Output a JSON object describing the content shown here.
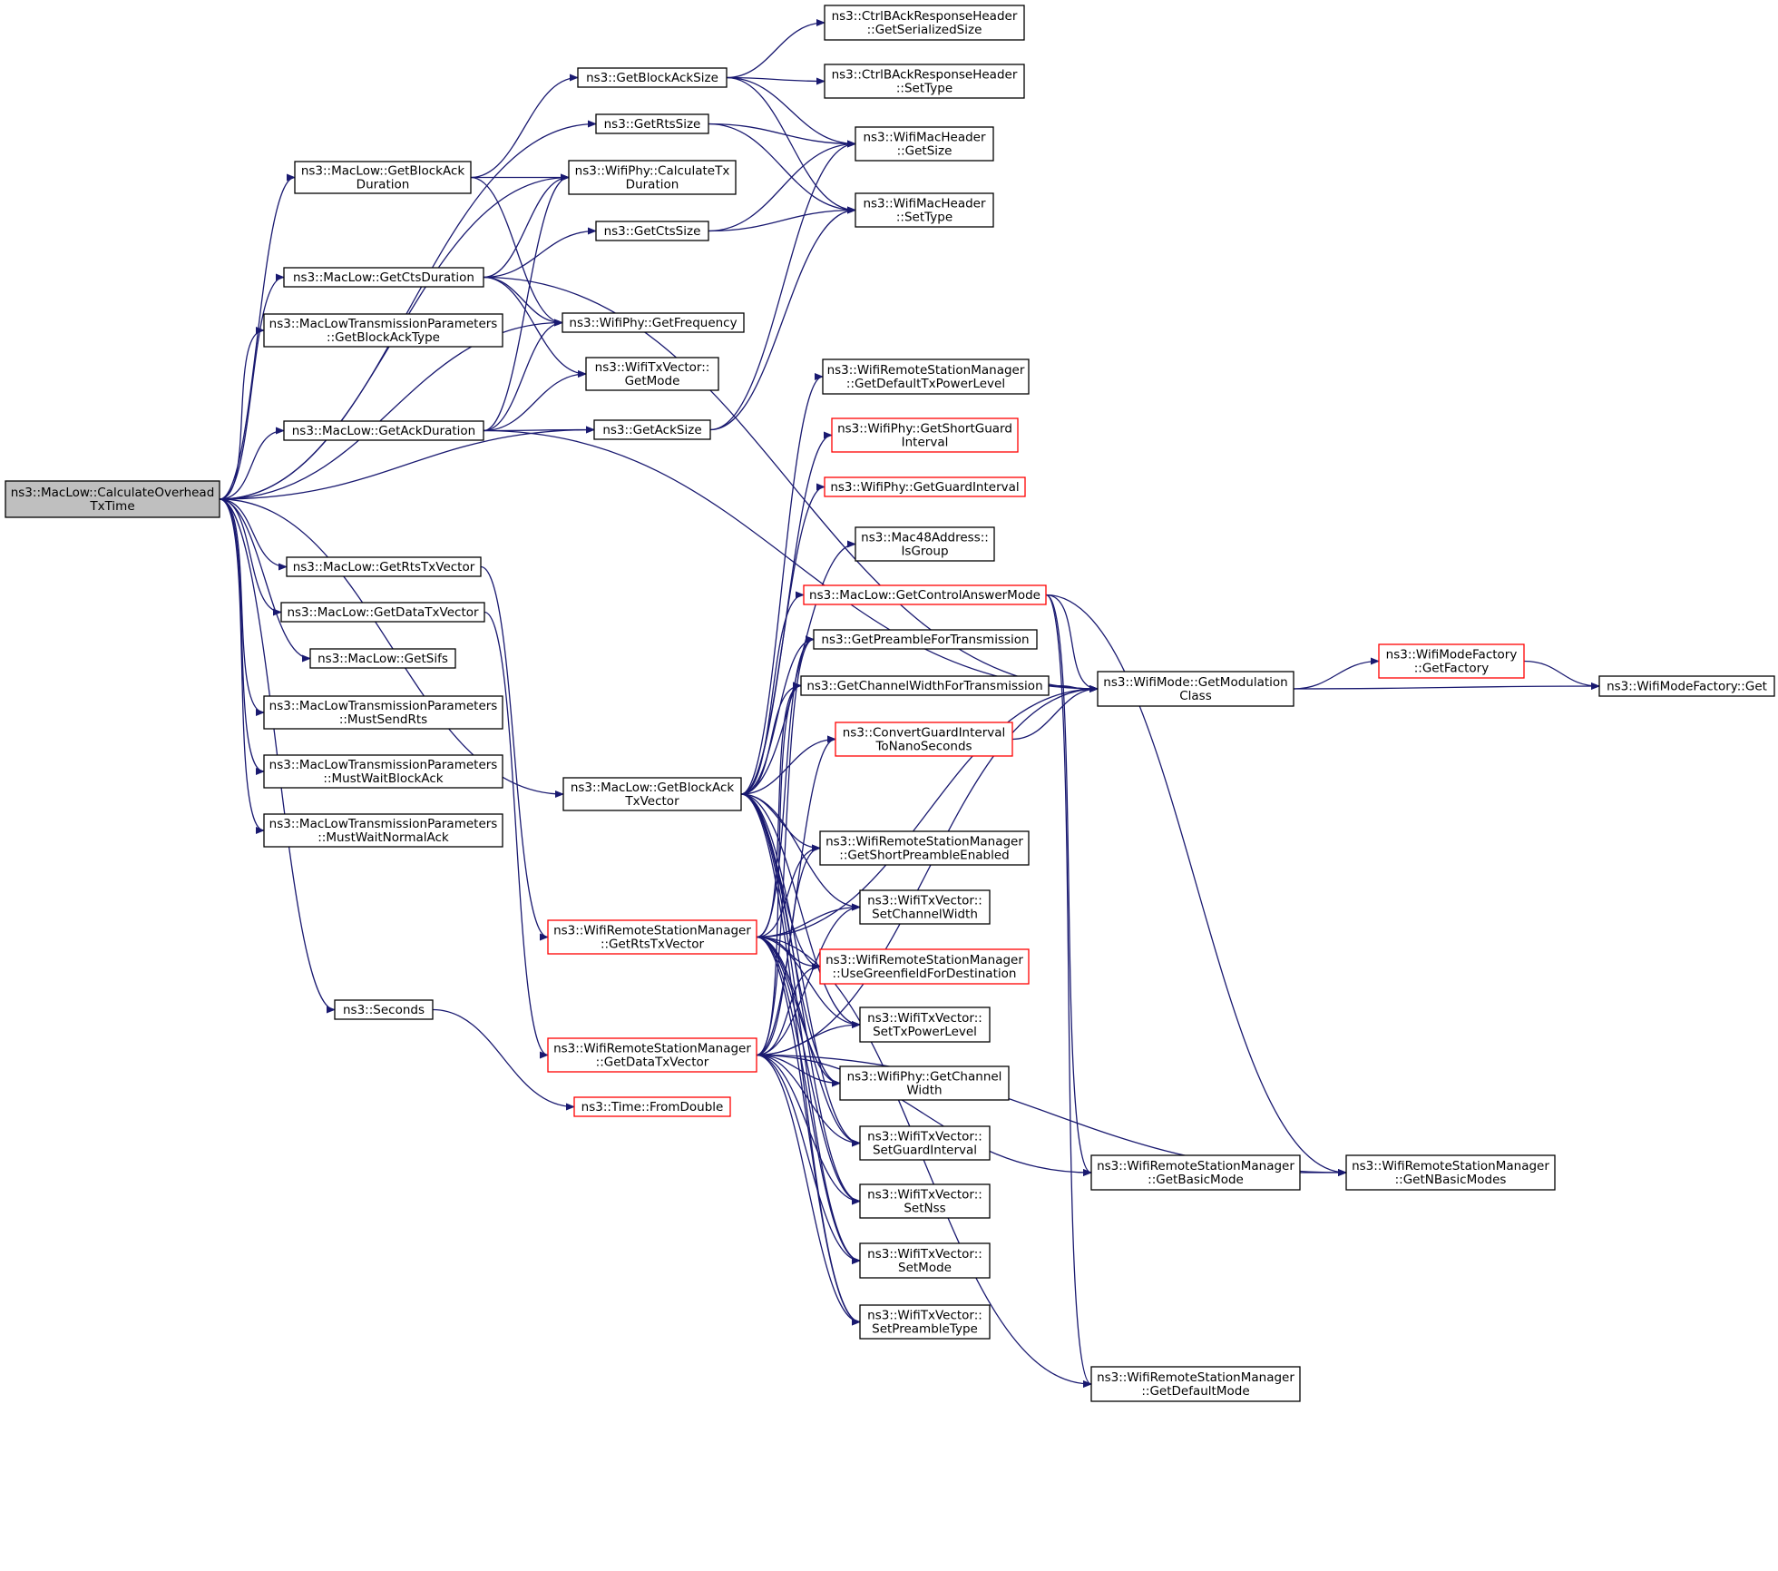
{
  "title": "",
  "colors": {
    "edge": "#191970",
    "node_border_default": "#000000",
    "node_border_incomplete": "#ff0000",
    "root_fill": "#bfbfbf",
    "node_fill": "#ffffff"
  },
  "nodes": [
    {
      "id": "root",
      "lines": [
        "ns3::MacLow::CalculateOverhead",
        "TxTime"
      ],
      "style": "root"
    },
    {
      "id": "n_getblockackduration",
      "lines": [
        "ns3::MacLow::GetBlockAck",
        "Duration"
      ]
    },
    {
      "id": "n_getctsduration",
      "lines": [
        "ns3::MacLow::GetCtsDuration"
      ]
    },
    {
      "id": "n_getblockacktype",
      "lines": [
        "ns3::MacLowTransmissionParameters",
        "::GetBlockAckType"
      ]
    },
    {
      "id": "n_getackduration",
      "lines": [
        "ns3::MacLow::GetAckDuration"
      ]
    },
    {
      "id": "n_getrtstxvector",
      "lines": [
        "ns3::MacLow::GetRtsTxVector"
      ]
    },
    {
      "id": "n_getdatatxvector",
      "lines": [
        "ns3::MacLow::GetDataTxVector"
      ]
    },
    {
      "id": "n_getsifs",
      "lines": [
        "ns3::MacLow::GetSifs"
      ]
    },
    {
      "id": "n_mustsendrts",
      "lines": [
        "ns3::MacLowTransmissionParameters",
        "::MustSendRts"
      ]
    },
    {
      "id": "n_mustwaitblockack",
      "lines": [
        "ns3::MacLowTransmissionParameters",
        "::MustWaitBlockAck"
      ]
    },
    {
      "id": "n_mustwaitnormalack",
      "lines": [
        "ns3::MacLowTransmissionParameters",
        "::MustWaitNormalAck"
      ]
    },
    {
      "id": "n_seconds",
      "lines": [
        "ns3::Seconds"
      ]
    },
    {
      "id": "n_getblockacksize",
      "lines": [
        "ns3::GetBlockAckSize"
      ]
    },
    {
      "id": "n_getrtssize",
      "lines": [
        "ns3::GetRtsSize"
      ]
    },
    {
      "id": "n_calculatetxduration",
      "lines": [
        "ns3::WifiPhy::CalculateTx",
        "Duration"
      ]
    },
    {
      "id": "n_getctssize",
      "lines": [
        "ns3::GetCtsSize"
      ]
    },
    {
      "id": "n_getfrequency",
      "lines": [
        "ns3::WifiPhy::GetFrequency"
      ]
    },
    {
      "id": "n_getmode_txv",
      "lines": [
        "ns3::WifiTxVector::",
        "GetMode"
      ]
    },
    {
      "id": "n_getacksize",
      "lines": [
        "ns3::GetAckSize"
      ]
    },
    {
      "id": "n_getblockacktxvector",
      "lines": [
        "ns3::MacLow::GetBlockAck",
        "TxVector"
      ]
    },
    {
      "id": "n_rsm_getrtstxvector",
      "lines": [
        "ns3::WifiRemoteStationManager",
        "::GetRtsTxVector"
      ],
      "style": "incomplete"
    },
    {
      "id": "n_rsm_getdatatxvector",
      "lines": [
        "ns3::WifiRemoteStationManager",
        "::GetDataTxVector"
      ],
      "style": "incomplete"
    },
    {
      "id": "n_fromdouble",
      "lines": [
        "ns3::Time::FromDouble"
      ],
      "style": "incomplete"
    },
    {
      "id": "n_ctrlback_getserializedsize",
      "lines": [
        "ns3::CtrlBAckResponseHeader",
        "::GetSerializedSize"
      ]
    },
    {
      "id": "n_ctrlback_settype",
      "lines": [
        "ns3::CtrlBAckResponseHeader",
        "::SetType"
      ]
    },
    {
      "id": "n_macheader_getsize",
      "lines": [
        "ns3::WifiMacHeader",
        "::GetSize"
      ]
    },
    {
      "id": "n_macheader_settype",
      "lines": [
        "ns3::WifiMacHeader",
        "::SetType"
      ]
    },
    {
      "id": "n_getdefaulttxpowerlevel",
      "lines": [
        "ns3::WifiRemoteStationManager",
        "::GetDefaultTxPowerLevel"
      ]
    },
    {
      "id": "n_getshortguardinterval",
      "lines": [
        "ns3::WifiPhy::GetShortGuard",
        "Interval"
      ],
      "style": "incomplete"
    },
    {
      "id": "n_getguardinterval",
      "lines": [
        "ns3::WifiPhy::GetGuardInterval"
      ],
      "style": "incomplete"
    },
    {
      "id": "n_isgroup",
      "lines": [
        "ns3::Mac48Address::",
        "IsGroup"
      ]
    },
    {
      "id": "n_getcontrolanswermode",
      "lines": [
        "ns3::MacLow::GetControlAnswerMode"
      ],
      "style": "incomplete"
    },
    {
      "id": "n_getpreamblefortransmission",
      "lines": [
        "ns3::GetPreambleForTransmission"
      ]
    },
    {
      "id": "n_getchannelwidthfortransmission",
      "lines": [
        "ns3::GetChannelWidthForTransmission"
      ]
    },
    {
      "id": "n_convertguardinterval",
      "lines": [
        "ns3::ConvertGuardInterval",
        "ToNanoSeconds"
      ],
      "style": "incomplete"
    },
    {
      "id": "n_getshortpreambleenabled",
      "lines": [
        "ns3::WifiRemoteStationManager",
        "::GetShortPreambleEnabled"
      ]
    },
    {
      "id": "n_setchannelwidth",
      "lines": [
        "ns3::WifiTxVector::",
        "SetChannelWidth"
      ]
    },
    {
      "id": "n_usegreenfield",
      "lines": [
        "ns3::WifiRemoteStationManager",
        "::UseGreenfieldForDestination"
      ],
      "style": "incomplete"
    },
    {
      "id": "n_settxpowerlevel",
      "lines": [
        "ns3::WifiTxVector::",
        "SetTxPowerLevel"
      ]
    },
    {
      "id": "n_getchannelwidth",
      "lines": [
        "ns3::WifiPhy::GetChannel",
        "Width"
      ]
    },
    {
      "id": "n_setguardinterval",
      "lines": [
        "ns3::WifiTxVector::",
        "SetGuardInterval"
      ]
    },
    {
      "id": "n_setnss",
      "lines": [
        "ns3::WifiTxVector::",
        "SetNss"
      ]
    },
    {
      "id": "n_setmode",
      "lines": [
        "ns3::WifiTxVector::",
        "SetMode"
      ]
    },
    {
      "id": "n_setpreambletype",
      "lines": [
        "ns3::WifiTxVector::",
        "SetPreambleType"
      ]
    },
    {
      "id": "n_getmodulationclass",
      "lines": [
        "ns3::WifiMode::GetModulation",
        "Class"
      ]
    },
    {
      "id": "n_getbasicmode",
      "lines": [
        "ns3::WifiRemoteStationManager",
        "::GetBasicMode"
      ]
    },
    {
      "id": "n_getdefaultmode",
      "lines": [
        "ns3::WifiRemoteStationManager",
        "::GetDefaultMode"
      ]
    },
    {
      "id": "n_getfactory",
      "lines": [
        "ns3::WifiModeFactory",
        "::GetFactory"
      ],
      "style": "incomplete"
    },
    {
      "id": "n_modefactory_get",
      "lines": [
        "ns3::WifiModeFactory::Get"
      ]
    },
    {
      "id": "n_getnbasicmodes",
      "lines": [
        "ns3::WifiRemoteStationManager",
        "::GetNBasicModes"
      ]
    }
  ],
  "edges": [
    [
      "root",
      "n_getblockackduration"
    ],
    [
      "root",
      "n_getctsduration"
    ],
    [
      "root",
      "n_getblockacktype"
    ],
    [
      "root",
      "n_getackduration"
    ],
    [
      "root",
      "n_getrtstxvector"
    ],
    [
      "root",
      "n_getdatatxvector"
    ],
    [
      "root",
      "n_getsifs"
    ],
    [
      "root",
      "n_mustsendrts"
    ],
    [
      "root",
      "n_mustwaitblockack"
    ],
    [
      "root",
      "n_mustwaitnormalack"
    ],
    [
      "root",
      "n_seconds"
    ],
    [
      "root",
      "n_getblockacktxvector"
    ],
    [
      "root",
      "n_getrtssize"
    ],
    [
      "root",
      "n_calculatetxduration"
    ],
    [
      "root",
      "n_getfrequency"
    ],
    [
      "root",
      "n_getacksize"
    ],
    [
      "n_getblockackduration",
      "n_getblockacksize"
    ],
    [
      "n_getblockackduration",
      "n_calculatetxduration"
    ],
    [
      "n_getblockackduration",
      "n_getfrequency"
    ],
    [
      "n_getctsduration",
      "n_calculatetxduration"
    ],
    [
      "n_getctsduration",
      "n_getctssize"
    ],
    [
      "n_getctsduration",
      "n_getfrequency"
    ],
    [
      "n_getctsduration",
      "n_getmode_txv"
    ],
    [
      "n_getctsduration",
      "n_getmodulationclass"
    ],
    [
      "n_getackduration",
      "n_calculatetxduration"
    ],
    [
      "n_getackduration",
      "n_getfrequency"
    ],
    [
      "n_getackduration",
      "n_getmode_txv"
    ],
    [
      "n_getackduration",
      "n_getacksize"
    ],
    [
      "n_getackduration",
      "n_getmodulationclass"
    ],
    [
      "n_getrtstxvector",
      "n_rsm_getrtstxvector"
    ],
    [
      "n_getdatatxvector",
      "n_rsm_getdatatxvector"
    ],
    [
      "n_seconds",
      "n_fromdouble"
    ],
    [
      "n_getblockacksize",
      "n_ctrlback_getserializedsize"
    ],
    [
      "n_getblockacksize",
      "n_ctrlback_settype"
    ],
    [
      "n_getblockacksize",
      "n_macheader_getsize"
    ],
    [
      "n_getblockacksize",
      "n_macheader_settype"
    ],
    [
      "n_getrtssize",
      "n_macheader_getsize"
    ],
    [
      "n_getrtssize",
      "n_macheader_settype"
    ],
    [
      "n_getctssize",
      "n_macheader_getsize"
    ],
    [
      "n_getctssize",
      "n_macheader_settype"
    ],
    [
      "n_getacksize",
      "n_macheader_getsize"
    ],
    [
      "n_getacksize",
      "n_macheader_settype"
    ],
    [
      "n_getblockacktxvector",
      "n_getdefaulttxpowerlevel"
    ],
    [
      "n_getblockacktxvector",
      "n_getshortguardinterval"
    ],
    [
      "n_getblockacktxvector",
      "n_getguardinterval"
    ],
    [
      "n_getblockacktxvector",
      "n_isgroup"
    ],
    [
      "n_getblockacktxvector",
      "n_getcontrolanswermode"
    ],
    [
      "n_getblockacktxvector",
      "n_getpreamblefortransmission"
    ],
    [
      "n_getblockacktxvector",
      "n_getchannelwidthfortransmission"
    ],
    [
      "n_getblockacktxvector",
      "n_convertguardinterval"
    ],
    [
      "n_getblockacktxvector",
      "n_getshortpreambleenabled"
    ],
    [
      "n_getblockacktxvector",
      "n_setchannelwidth"
    ],
    [
      "n_getblockacktxvector",
      "n_usegreenfield"
    ],
    [
      "n_getblockacktxvector",
      "n_settxpowerlevel"
    ],
    [
      "n_getblockacktxvector",
      "n_getchannelwidth"
    ],
    [
      "n_getblockacktxvector",
      "n_setguardinterval"
    ],
    [
      "n_getblockacktxvector",
      "n_setnss"
    ],
    [
      "n_getblockacktxvector",
      "n_setmode"
    ],
    [
      "n_getblockacktxvector",
      "n_setpreambletype"
    ],
    [
      "n_rsm_getrtstxvector",
      "n_getpreamblefortransmission"
    ],
    [
      "n_rsm_getrtstxvector",
      "n_getchannelwidthfortransmission"
    ],
    [
      "n_rsm_getrtstxvector",
      "n_getshortpreambleenabled"
    ],
    [
      "n_rsm_getrtstxvector",
      "n_setchannelwidth"
    ],
    [
      "n_rsm_getrtstxvector",
      "n_usegreenfield"
    ],
    [
      "n_rsm_getrtstxvector",
      "n_settxpowerlevel"
    ],
    [
      "n_rsm_getrtstxvector",
      "n_getchannelwidth"
    ],
    [
      "n_rsm_getrtstxvector",
      "n_setguardinterval"
    ],
    [
      "n_rsm_getrtstxvector",
      "n_setnss"
    ],
    [
      "n_rsm_getrtstxvector",
      "n_setmode"
    ],
    [
      "n_rsm_getrtstxvector",
      "n_setpreambletype"
    ],
    [
      "n_rsm_getrtstxvector",
      "n_getmodulationclass"
    ],
    [
      "n_rsm_getrtstxvector",
      "n_getdefaultmode"
    ],
    [
      "n_rsm_getdatatxvector",
      "n_getpreamblefortransmission"
    ],
    [
      "n_rsm_getdatatxvector",
      "n_getchannelwidthfortransmission"
    ],
    [
      "n_rsm_getdatatxvector",
      "n_convertguardinterval"
    ],
    [
      "n_rsm_getdatatxvector",
      "n_getshortpreambleenabled"
    ],
    [
      "n_rsm_getdatatxvector",
      "n_setchannelwidth"
    ],
    [
      "n_rsm_getdatatxvector",
      "n_usegreenfield"
    ],
    [
      "n_rsm_getdatatxvector",
      "n_settxpowerlevel"
    ],
    [
      "n_rsm_getdatatxvector",
      "n_getchannelwidth"
    ],
    [
      "n_rsm_getdatatxvector",
      "n_setguardinterval"
    ],
    [
      "n_rsm_getdatatxvector",
      "n_setnss"
    ],
    [
      "n_rsm_getdatatxvector",
      "n_setmode"
    ],
    [
      "n_rsm_getdatatxvector",
      "n_setpreambletype"
    ],
    [
      "n_rsm_getdatatxvector",
      "n_getmodulationclass"
    ],
    [
      "n_rsm_getdatatxvector",
      "n_getbasicmode"
    ],
    [
      "n_rsm_getdatatxvector",
      "n_getnbasicmodes"
    ],
    [
      "n_getcontrolanswermode",
      "n_getmodulationclass"
    ],
    [
      "n_getcontrolanswermode",
      "n_getbasicmode"
    ],
    [
      "n_getcontrolanswermode",
      "n_getdefaultmode"
    ],
    [
      "n_getcontrolanswermode",
      "n_getnbasicmodes"
    ],
    [
      "n_getchannelwidthfortransmission",
      "n_getmodulationclass"
    ],
    [
      "n_convertguardinterval",
      "n_getmodulationclass"
    ],
    [
      "n_getmodulationclass",
      "n_getfactory"
    ],
    [
      "n_getmodulationclass",
      "n_modefactory_get"
    ],
    [
      "n_getfactory",
      "n_modefactory_get"
    ],
    [
      "n_getbasicmode",
      "n_getnbasicmodes"
    ]
  ]
}
